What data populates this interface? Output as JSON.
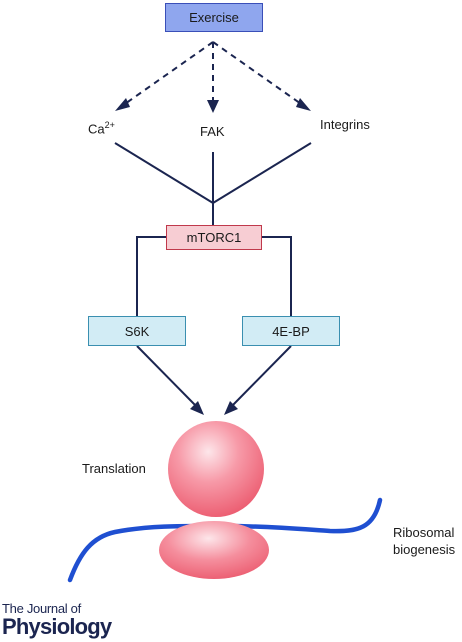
{
  "nodes": {
    "exercise": "Exercise",
    "ca_base": "Ca",
    "ca_sup": "2+",
    "fak": "FAK",
    "integrins": "Integrins",
    "mtorc1": "mTORC1",
    "s6k": "S6K",
    "eifbp": "4E-BP",
    "translation": "Translation",
    "ribosomal_line1": "Ribosomal",
    "ribosomal_line2": "biogenesis"
  },
  "logo": {
    "line1": "The Journal of",
    "line2": "Physiology"
  },
  "colors": {
    "exercise_fill": "#8fa6ee",
    "exercise_border": "#3a4fb8",
    "mtorc1_fill": "#f7cdd3",
    "mtorc1_border": "#c0394b",
    "kinase_fill": "#d2ecf5",
    "kinase_border": "#3a8fb0",
    "ribosome": "#f06d7e",
    "mrna": "#1f4fd1",
    "arrow": "#1b2550"
  }
}
